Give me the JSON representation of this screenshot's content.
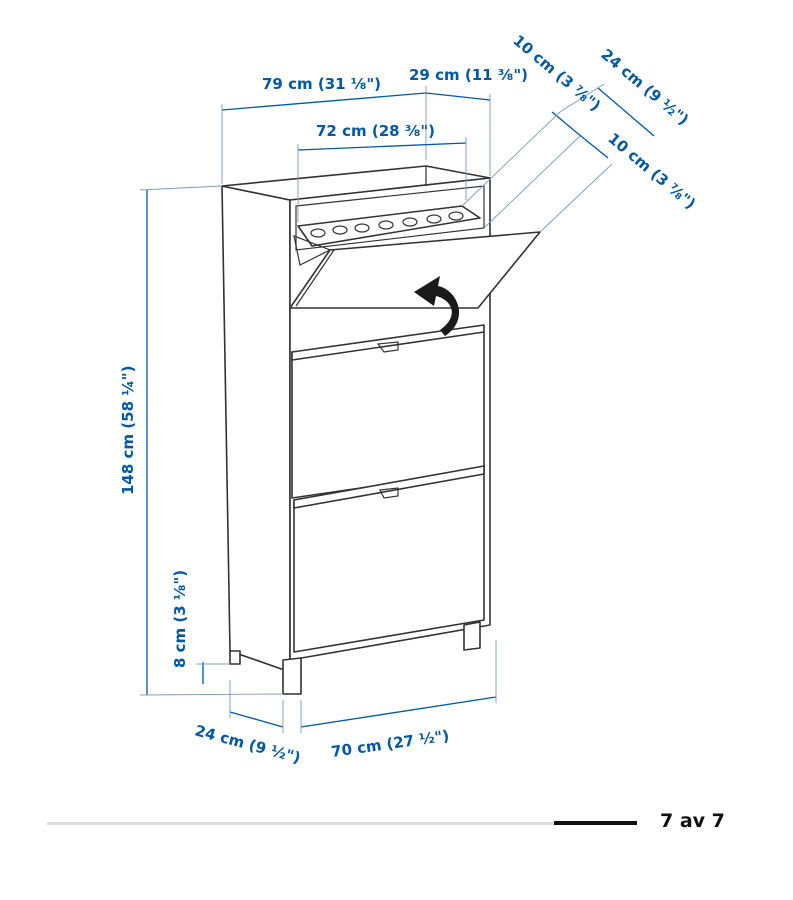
{
  "gallery": {
    "position_label": "7 av 7",
    "current": 7,
    "total": 7,
    "progress_fraction": 0.14
  },
  "diagram": {
    "dimensions": {
      "total_width": "79 cm (31 ⅛\")",
      "open_depth": "29 cm (11 ⅜\")",
      "inner_width": "72 cm (28 ⅜\")",
      "flap_depth_top": "10 cm (3 ⅞\")",
      "cabinet_depth_top": "24 cm (9 ½\")",
      "flap_depth_side": "10 cm (3 ⅞\")",
      "height": "148 cm (58 ¼\")",
      "leg_height": "8 cm (3 ⅛\")",
      "depth": "24 cm (9 ½\")",
      "width": "70 cm (27 ½\")"
    },
    "colors": {
      "dimension": "#0058a3",
      "outline": "#333333"
    }
  }
}
